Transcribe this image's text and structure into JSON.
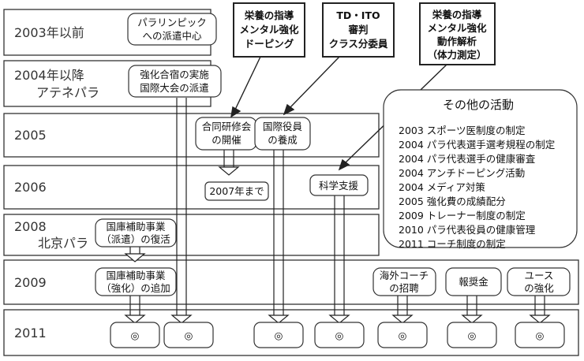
{
  "years": {
    "y2003": "2003年以前",
    "y2004_line1": "2004年以降",
    "y2004_line2": "アテネパラ",
    "y2005": "2005",
    "y2006": "2006",
    "y2008_line1": "2008",
    "y2008_line2": "北京パラ",
    "y2009": "2009",
    "y2011": "2011"
  },
  "boxes": {
    "dispatch_center": [
      "パラリンピック",
      "への派遣中心"
    ],
    "training_intl": [
      "強化合宿の実施",
      "国際大会の派遣"
    ],
    "joint_training": [
      "合同研修会",
      "の開催"
    ],
    "official_training": [
      "国際役員",
      "の養成"
    ],
    "until_2007": "2007年まで",
    "science_support": "科学支援",
    "subsidy_revival": [
      "国庫補助事業",
      "（派遣）の復活"
    ],
    "subsidy_added": [
      "国庫補助事業",
      "（強化）の追加"
    ],
    "overseas_coach": [
      "海外コーチ",
      "の招聘"
    ],
    "reward": "報奨金",
    "youth": [
      "ユース",
      "の強化"
    ]
  },
  "top_labels": {
    "nutrition1": [
      "栄養の指導",
      "メンタル強化",
      "ドーピング"
    ],
    "td_ito": [
      "TD・ITO",
      "審判",
      "クラス分委員"
    ],
    "nutrition2": [
      "栄養の指導",
      "メンタル強化",
      "動作解析",
      "（体力測定）"
    ]
  },
  "other_activities": {
    "title": "その他の活動",
    "items": [
      "2003 スポーツ医制度の制定",
      "2004 パラ代表選手選考規程の制定",
      "2004 パラ代表選手の健康審査",
      "2004 アンチドーピング活動",
      "2004 メディア対策",
      "2005 強化費の成績配分",
      "2009 トレーナー制度の制定",
      "2010 パラ代表役員の健康管理",
      "2011 コーチ制度の制定"
    ]
  },
  "outcome_symbol": "◎"
}
